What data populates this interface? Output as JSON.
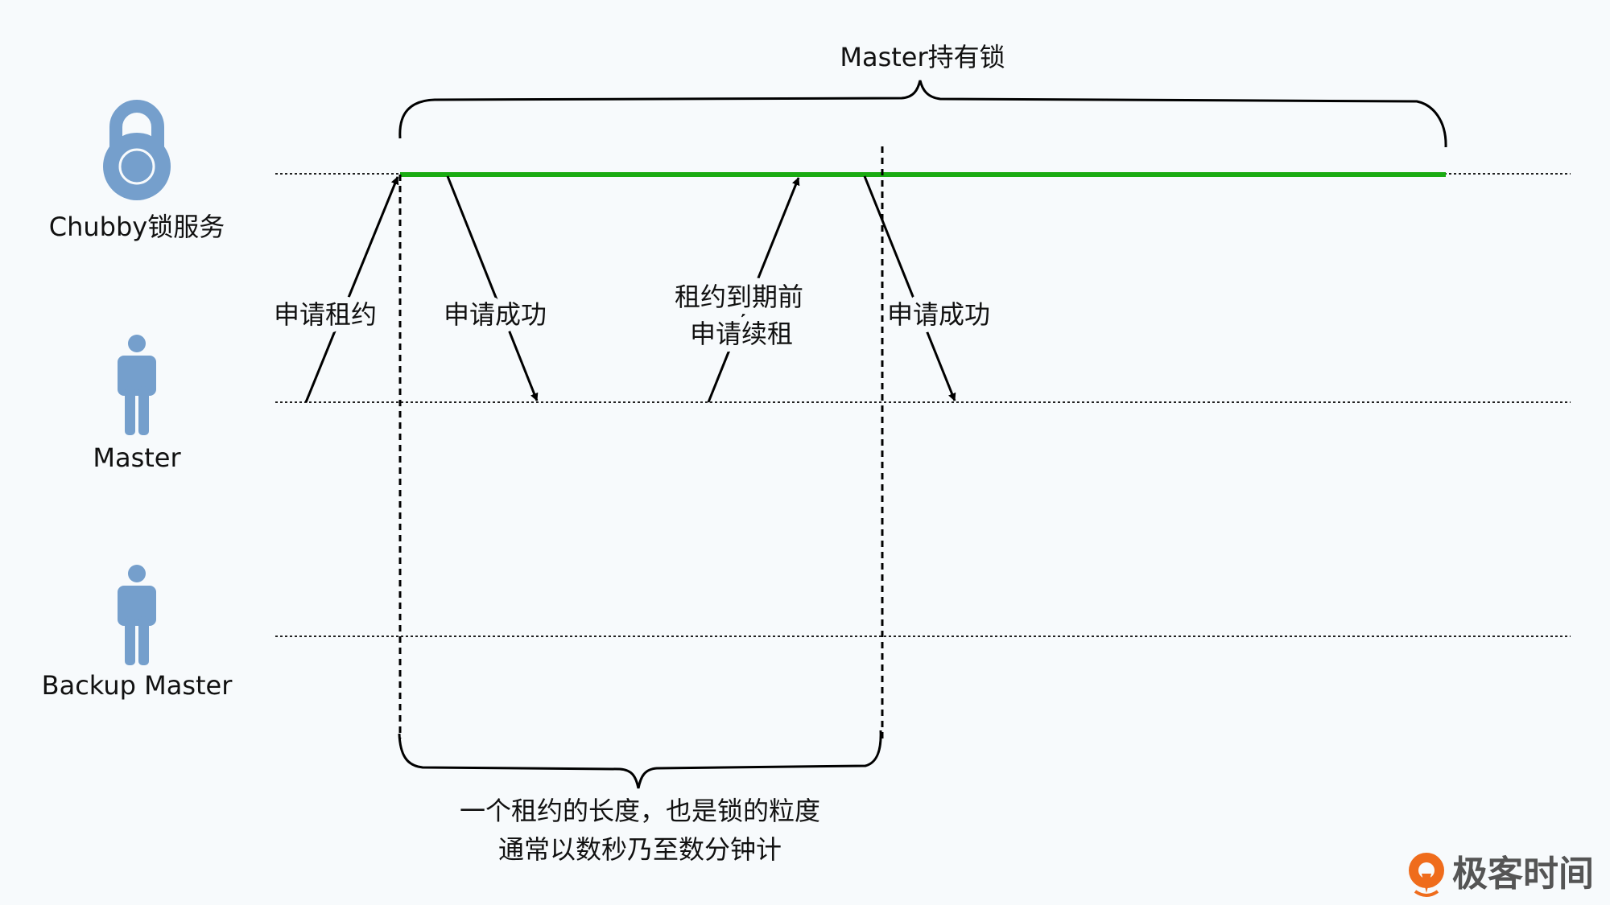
{
  "actors": {
    "lock_service": "Chubby锁服务",
    "master": "Master",
    "backup": "Backup Master"
  },
  "top_brace_label": "Master持有锁",
  "arrows": {
    "apply_lease": "申请租约",
    "apply_success_1": "申请成功",
    "renew_line1": "租约到期前",
    "renew_line2": "申请续租",
    "apply_success_2": "申请成功"
  },
  "bottom_brace_label": {
    "line1": "一个租约的长度，也是锁的粒度",
    "line2": "通常以数秒乃至数分钟计"
  },
  "logo": "极客时间",
  "colors": {
    "hold": "#1aab12",
    "actor": "#759fcc",
    "logo": "#ef6c1c"
  }
}
